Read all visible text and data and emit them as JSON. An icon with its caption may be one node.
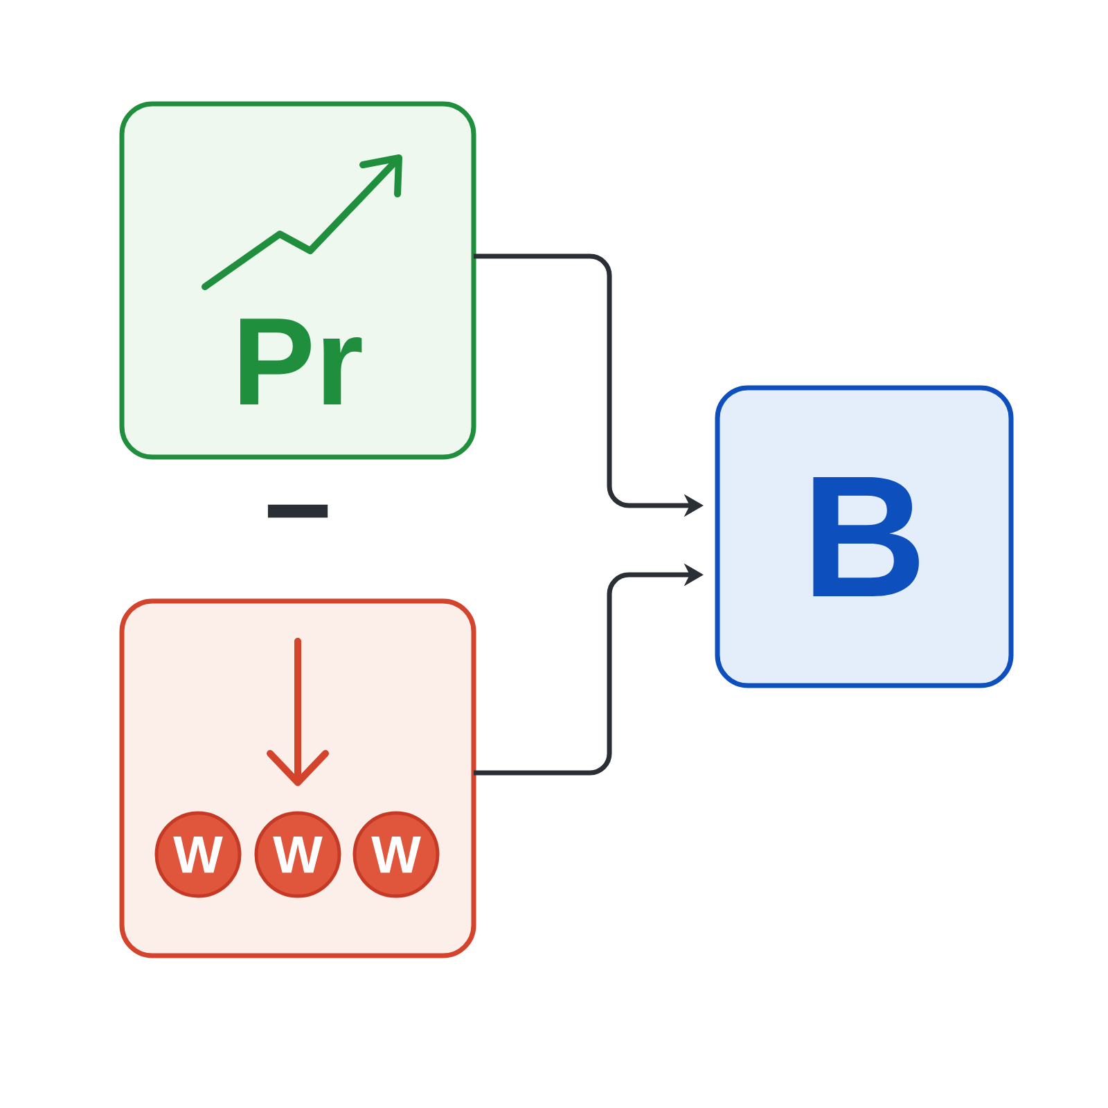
{
  "diagram": {
    "nodes": [
      {
        "text": [
          "Pr"
        ]
      },
      {
        "text": [
          "B"
        ]
      },
      {
        "text": [],
        "shape": "box"
      },
      {
        "text": [
          "W"
        ],
        "in": 2
      },
      {
        "text": [
          "W"
        ],
        "in": 2
      },
      {
        "text": [
          "W"
        ],
        "in": 2
      }
    ],
    "edges": [
      {
        "from": 0,
        "to": 1,
        "arrow": "to"
      },
      {
        "from": 2,
        "to": 1,
        "arrow": "to"
      }
    ],
    "labels": [
      "−"
    ]
  }
}
